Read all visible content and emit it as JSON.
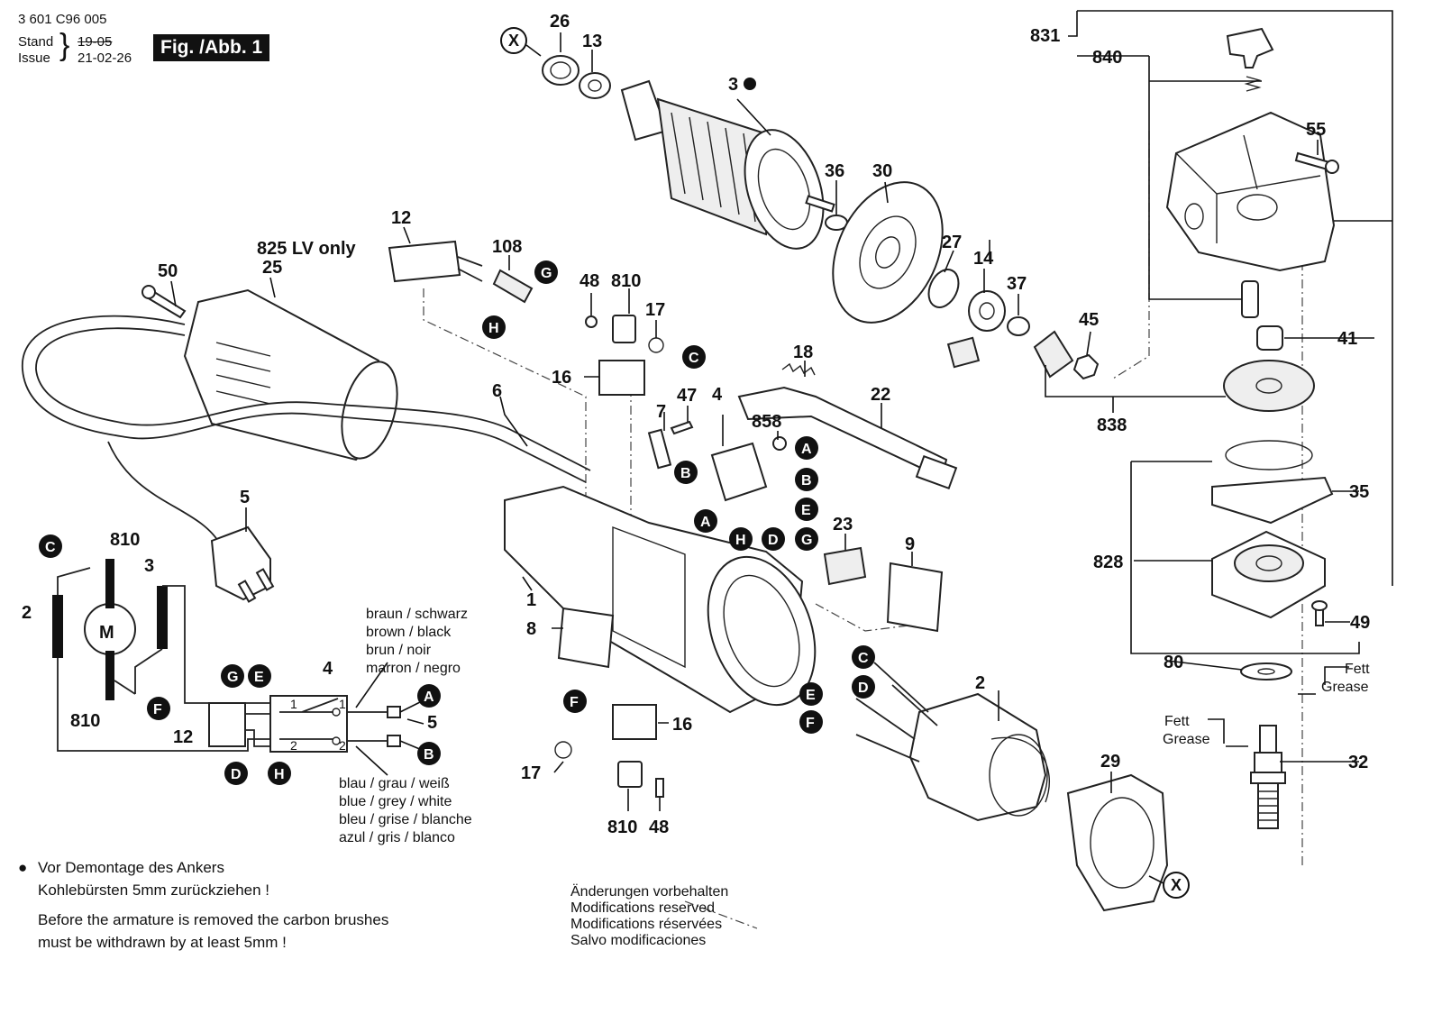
{
  "header": {
    "doc_number": "3 601 C96 005",
    "stand_label": "Stand",
    "issue_label": "Issue",
    "old_date": "19-05",
    "new_date": "21-02-26",
    "figure_label": "Fig. /Abb. 1"
  },
  "callouts": {
    "c26": "26",
    "c13": "13",
    "c3": "3",
    "c12": "12",
    "c825": "825  LV only",
    "c25": "25",
    "c108": "108",
    "c50": "50",
    "c48a": "48",
    "c810a": "810",
    "c17a": "17",
    "c16a": "16",
    "c36": "36",
    "c30": "30",
    "c27": "27",
    "c14": "14",
    "c37": "37",
    "c45": "45",
    "c831": "831",
    "c840": "840",
    "c55": "55",
    "c41": "41",
    "c838": "838",
    "c35": "35",
    "c828": "828",
    "c49": "49",
    "c80": "80",
    "c32": "32",
    "c18": "18",
    "c22": "22",
    "c4": "4",
    "c858": "858",
    "c7": "7",
    "c47": "47",
    "c6": "6",
    "c5": "5",
    "c1": "1",
    "c8": "8",
    "c23": "23",
    "c9": "9",
    "c2": "2",
    "c29": "29",
    "c16b": "16",
    "c17b": "17",
    "c810b": "810",
    "c48b": "48"
  },
  "connectors": {
    "A": "A",
    "B": "B",
    "C": "C",
    "D": "D",
    "E": "E",
    "F": "F",
    "G": "G",
    "H": "H",
    "X": "X"
  },
  "grease": {
    "fett": "Fett",
    "grease": "Grease"
  },
  "wiring": {
    "motor": "M",
    "n2": "2",
    "n3": "3",
    "n810top": "810",
    "n810bot": "810",
    "n12": "12",
    "n4": "4",
    "n5": "5",
    "t1a": "1",
    "t1b": "1",
    "t2a": "2",
    "t2b": "2",
    "colors_top": [
      "braun   / schwarz",
      "brown  / black",
      "brun     / noir",
      "marron / negro"
    ],
    "colors_bottom": [
      "blau / grau / weiß",
      "blue / grey / white",
      "bleu / grise / blanche",
      "azul / gris   / blanco"
    ]
  },
  "notes": {
    "de_1": "Vor Demontage des Ankers",
    "de_2": "Kohlebürsten 5mm zurückziehen !",
    "en_1": "Before the armature is removed the carbon brushes",
    "en_2": "must be withdrawn by at least 5mm !"
  },
  "modifications": [
    "Änderungen vorbehalten",
    "Modifications reserved",
    "Modifications réservées",
    "Salvo modificaciones"
  ]
}
